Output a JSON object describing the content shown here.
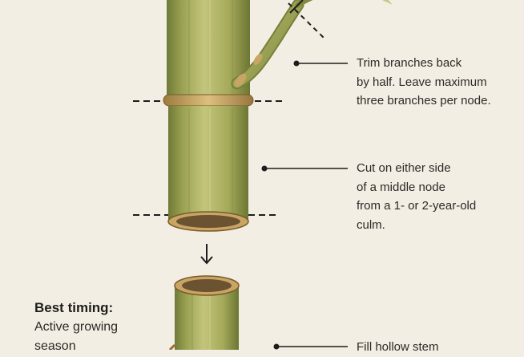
{
  "notes": {
    "trim_branches": [
      "Trim branches back",
      "by half. Leave maximum",
      "three branches per node."
    ],
    "cut_node": [
      "Cut on either side",
      "of a middle node",
      "from a 1- or 2-year-old",
      "culm."
    ],
    "fill_stem": [
      "Fill hollow stem"
    ]
  },
  "timing": {
    "heading": "Best timing:",
    "lines": [
      "Active growing",
      "season"
    ]
  },
  "colors": {
    "background": "#f3eee3",
    "culm_green": "#a7ad5c",
    "node_ring": "#c9a565",
    "ink": "#222222"
  },
  "icons": [
    "arrow-down-icon",
    "leader-dot-icon",
    "cut-mark-icon"
  ]
}
